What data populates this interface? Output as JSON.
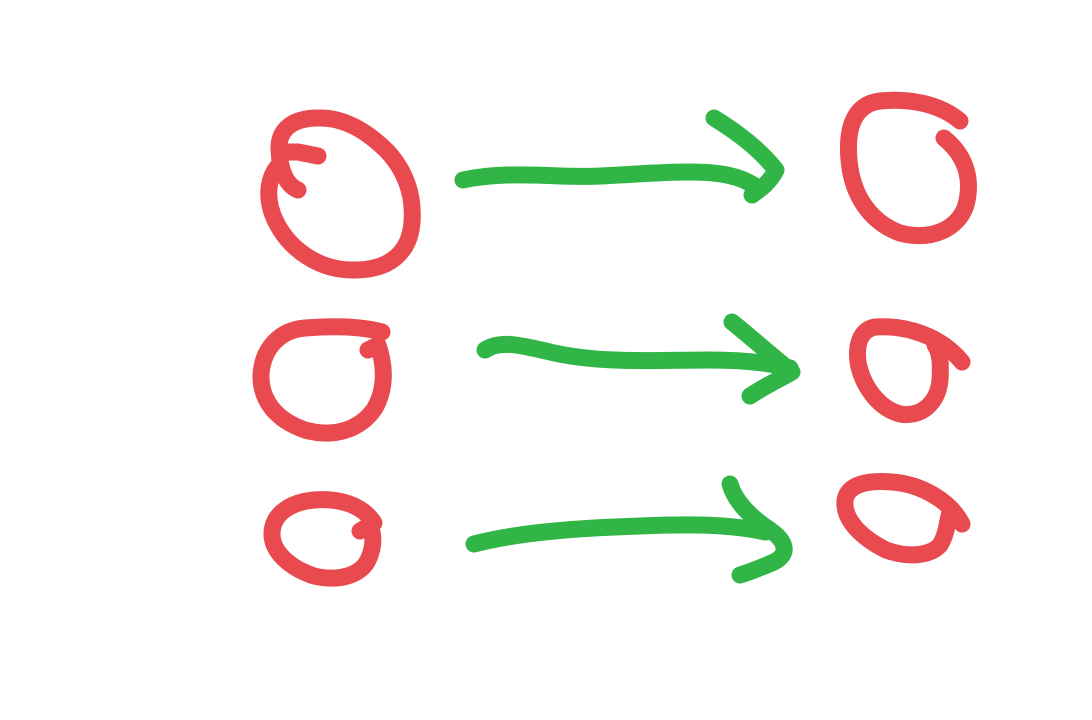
{
  "colors": {
    "background": "#ffffff",
    "shape_stroke": "#e84a50",
    "arrow_stroke": "#31b546"
  },
  "rows": [
    {
      "row": 1,
      "before": {
        "shape": "hand-drawn-closed-loop"
      },
      "arrow": {
        "shape": "right-arrow"
      },
      "after": {
        "shape": "hand-drawn-open-loop"
      }
    },
    {
      "row": 2,
      "before": {
        "shape": "hand-drawn-closed-loop"
      },
      "arrow": {
        "shape": "right-arrow"
      },
      "after": {
        "shape": "hand-drawn-open-loop"
      }
    },
    {
      "row": 3,
      "before": {
        "shape": "hand-drawn-closed-loop"
      },
      "arrow": {
        "shape": "right-arrow"
      },
      "after": {
        "shape": "hand-drawn-open-loop"
      }
    }
  ]
}
